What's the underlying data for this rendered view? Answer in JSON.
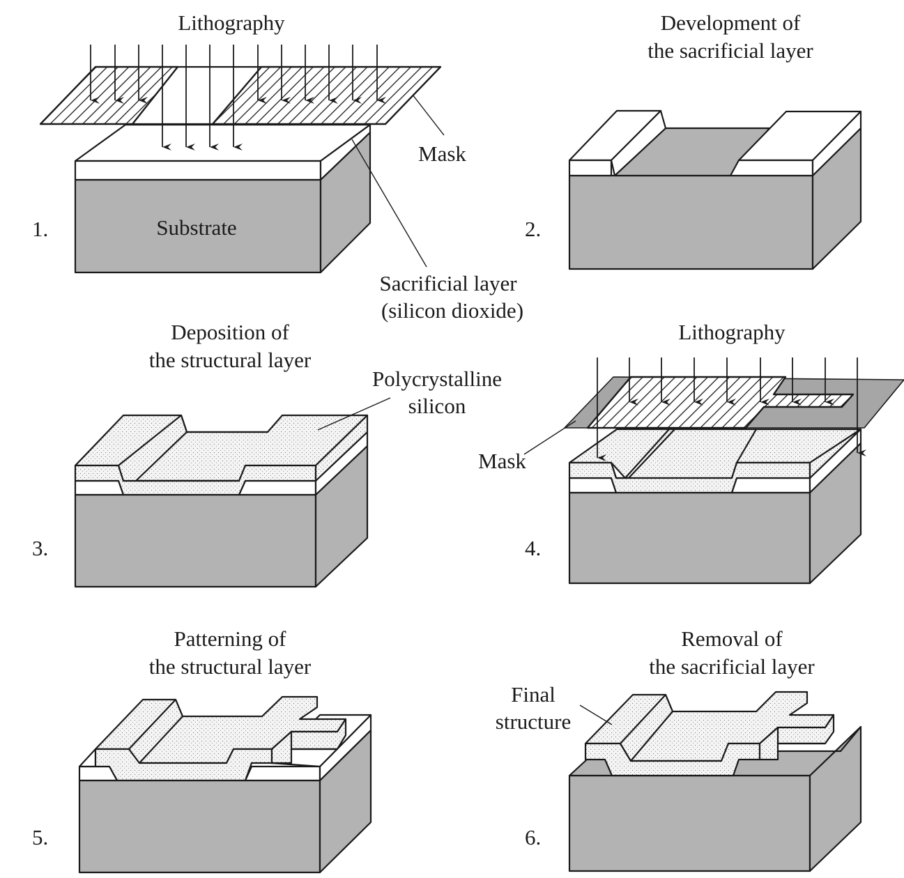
{
  "steps": [
    {
      "number": "1.",
      "title_lines": [
        "Lithography"
      ],
      "labels": {
        "mask": "Mask",
        "substrate": "Substrate",
        "sacrificial_line1": "Sacrificial layer",
        "sacrificial_line2": "(silicon dioxide)"
      }
    },
    {
      "number": "2.",
      "title_lines": [
        "Development of",
        "the sacrificial layer"
      ]
    },
    {
      "number": "3.",
      "title_lines": [
        "Deposition of",
        "the structural layer"
      ],
      "labels": {
        "poly_line1": "Polycrystalline",
        "poly_line2": "silicon"
      }
    },
    {
      "number": "4.",
      "title_lines": [
        "Lithography"
      ],
      "labels": {
        "mask": "Mask"
      }
    },
    {
      "number": "5.",
      "title_lines": [
        "Patterning of",
        "the structural layer"
      ]
    },
    {
      "number": "6.",
      "title_lines": [
        "Removal of",
        "the sacrificial layer"
      ],
      "labels": {
        "final_line1": "Final",
        "final_line2": "structure"
      }
    }
  ],
  "colors": {
    "substrate": "#b3b3b3",
    "sacrificial": "#ffffff",
    "line": "#1a1a1a"
  }
}
